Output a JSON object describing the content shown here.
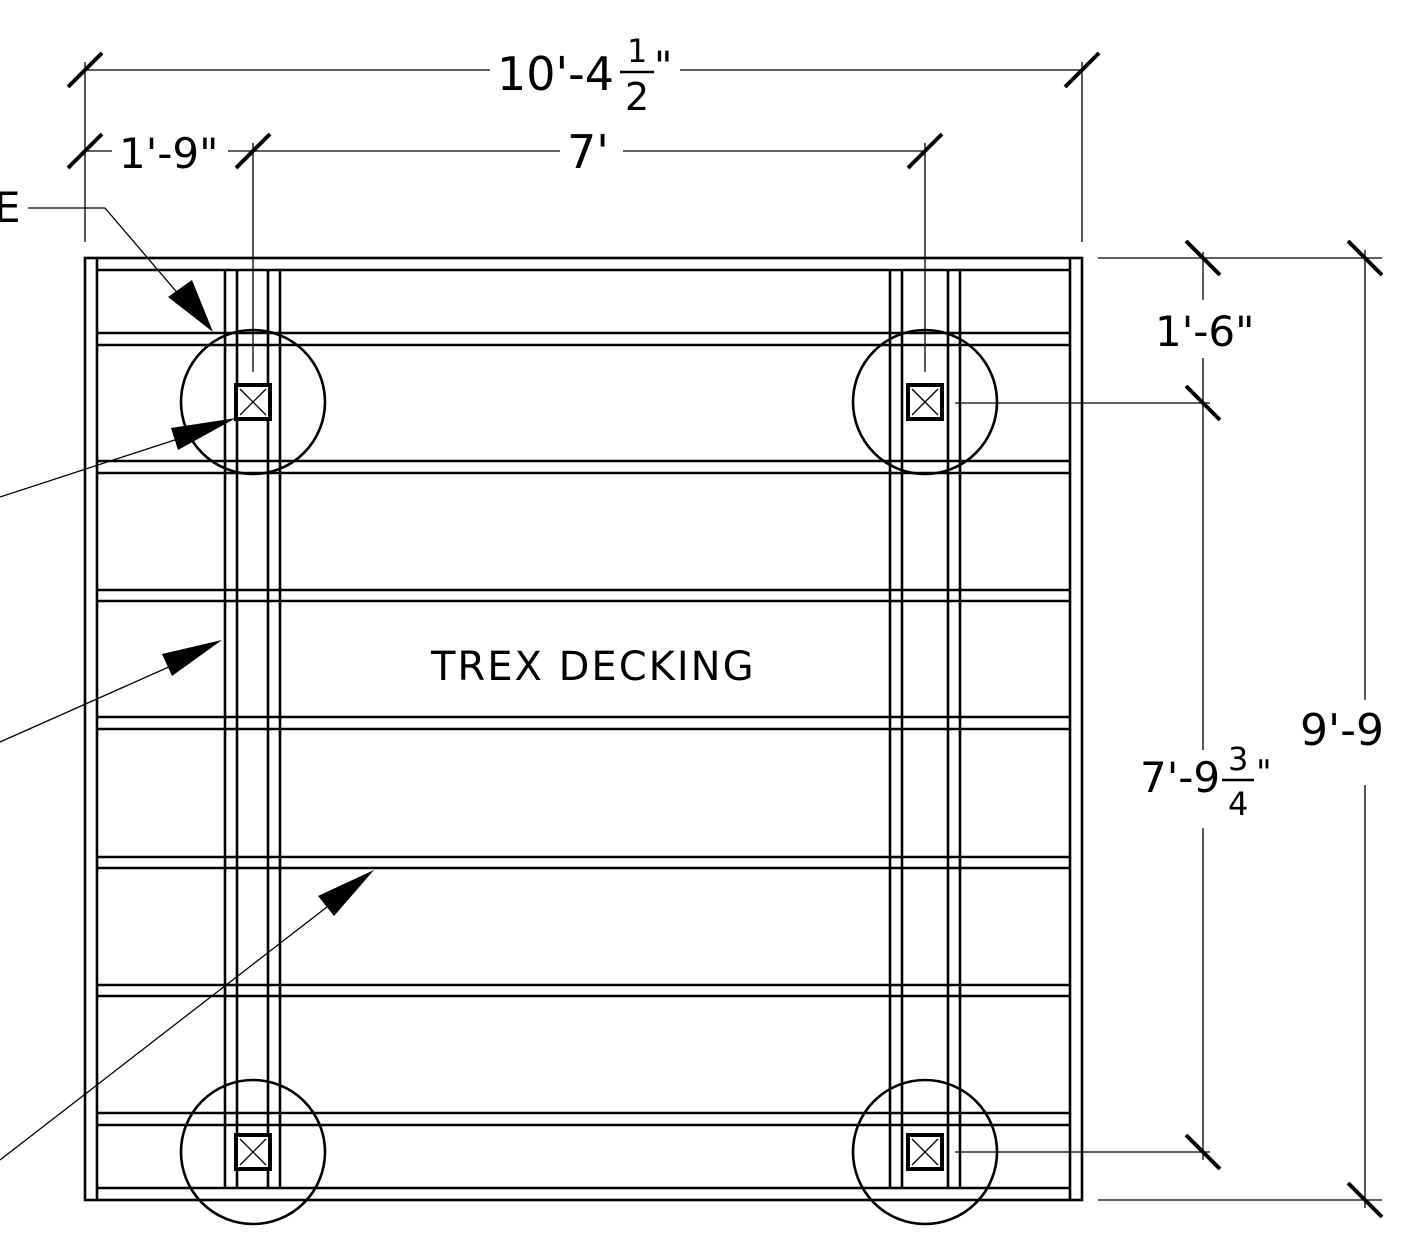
{
  "dimensions": {
    "overall_width": {
      "whole": "10'-4",
      "frac_num": "1",
      "frac_den": "2",
      "suffix": "\""
    },
    "left_offset": "1'-9\"",
    "post_spacing": "7'",
    "top_offset": "1'-6\"",
    "post_span": {
      "whole": "7'-9",
      "frac_num": "3",
      "frac_den": "4",
      "suffix": "\""
    },
    "overall_depth": "9'-9"
  },
  "labels": {
    "decking": "TREX DECKING",
    "cropped_callout_fragment": "E"
  },
  "colors": {
    "line": "#000000",
    "background": "#ffffff"
  }
}
